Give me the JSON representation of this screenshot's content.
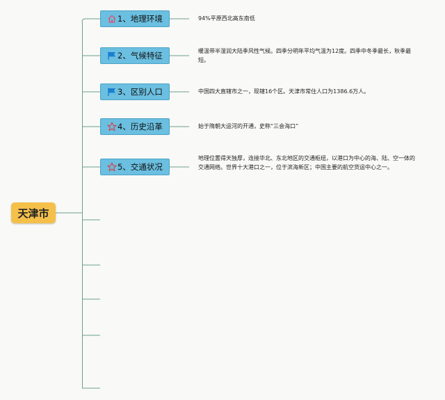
{
  "root": {
    "label": "天津市"
  },
  "topics": [
    {
      "label": "1、地理环境",
      "icon": "house-icon",
      "description": "94%平原西北高东南低"
    },
    {
      "label": "2、气候特征",
      "icon": "blue-flag-icon",
      "description": "暖温带半湿润大陆季风性气候。四季分明年平均气温为12度。四季中冬季最长，秋季最短。"
    },
    {
      "label": "3、区别人口",
      "icon": "blue-flag-icon",
      "description": "中国四大直辖市之一，现辖16个区。天津市常住人口为1386.6万人。"
    },
    {
      "label": "4、历史沿革",
      "icon": "red-star-icon",
      "description": "始于隋朝大运河的开通，史称“三会海口”"
    },
    {
      "label": "5、交通状况",
      "icon": "red-star-icon",
      "description": "地理位置得天独厚，连接华北、东北地区的交通枢纽，以港口为中心的海、陆、空一体的交通网络。世界十大港口之一，位于滨海新区；中国主要的航空货运中心之一。"
    }
  ],
  "colors": {
    "root_fill": "#f5c04a",
    "topic_fill": "#6bbfe0",
    "connector": "#6a9e8e",
    "flag": "#1a7fd0",
    "star": "#d8404a",
    "house": "#e0506a"
  }
}
